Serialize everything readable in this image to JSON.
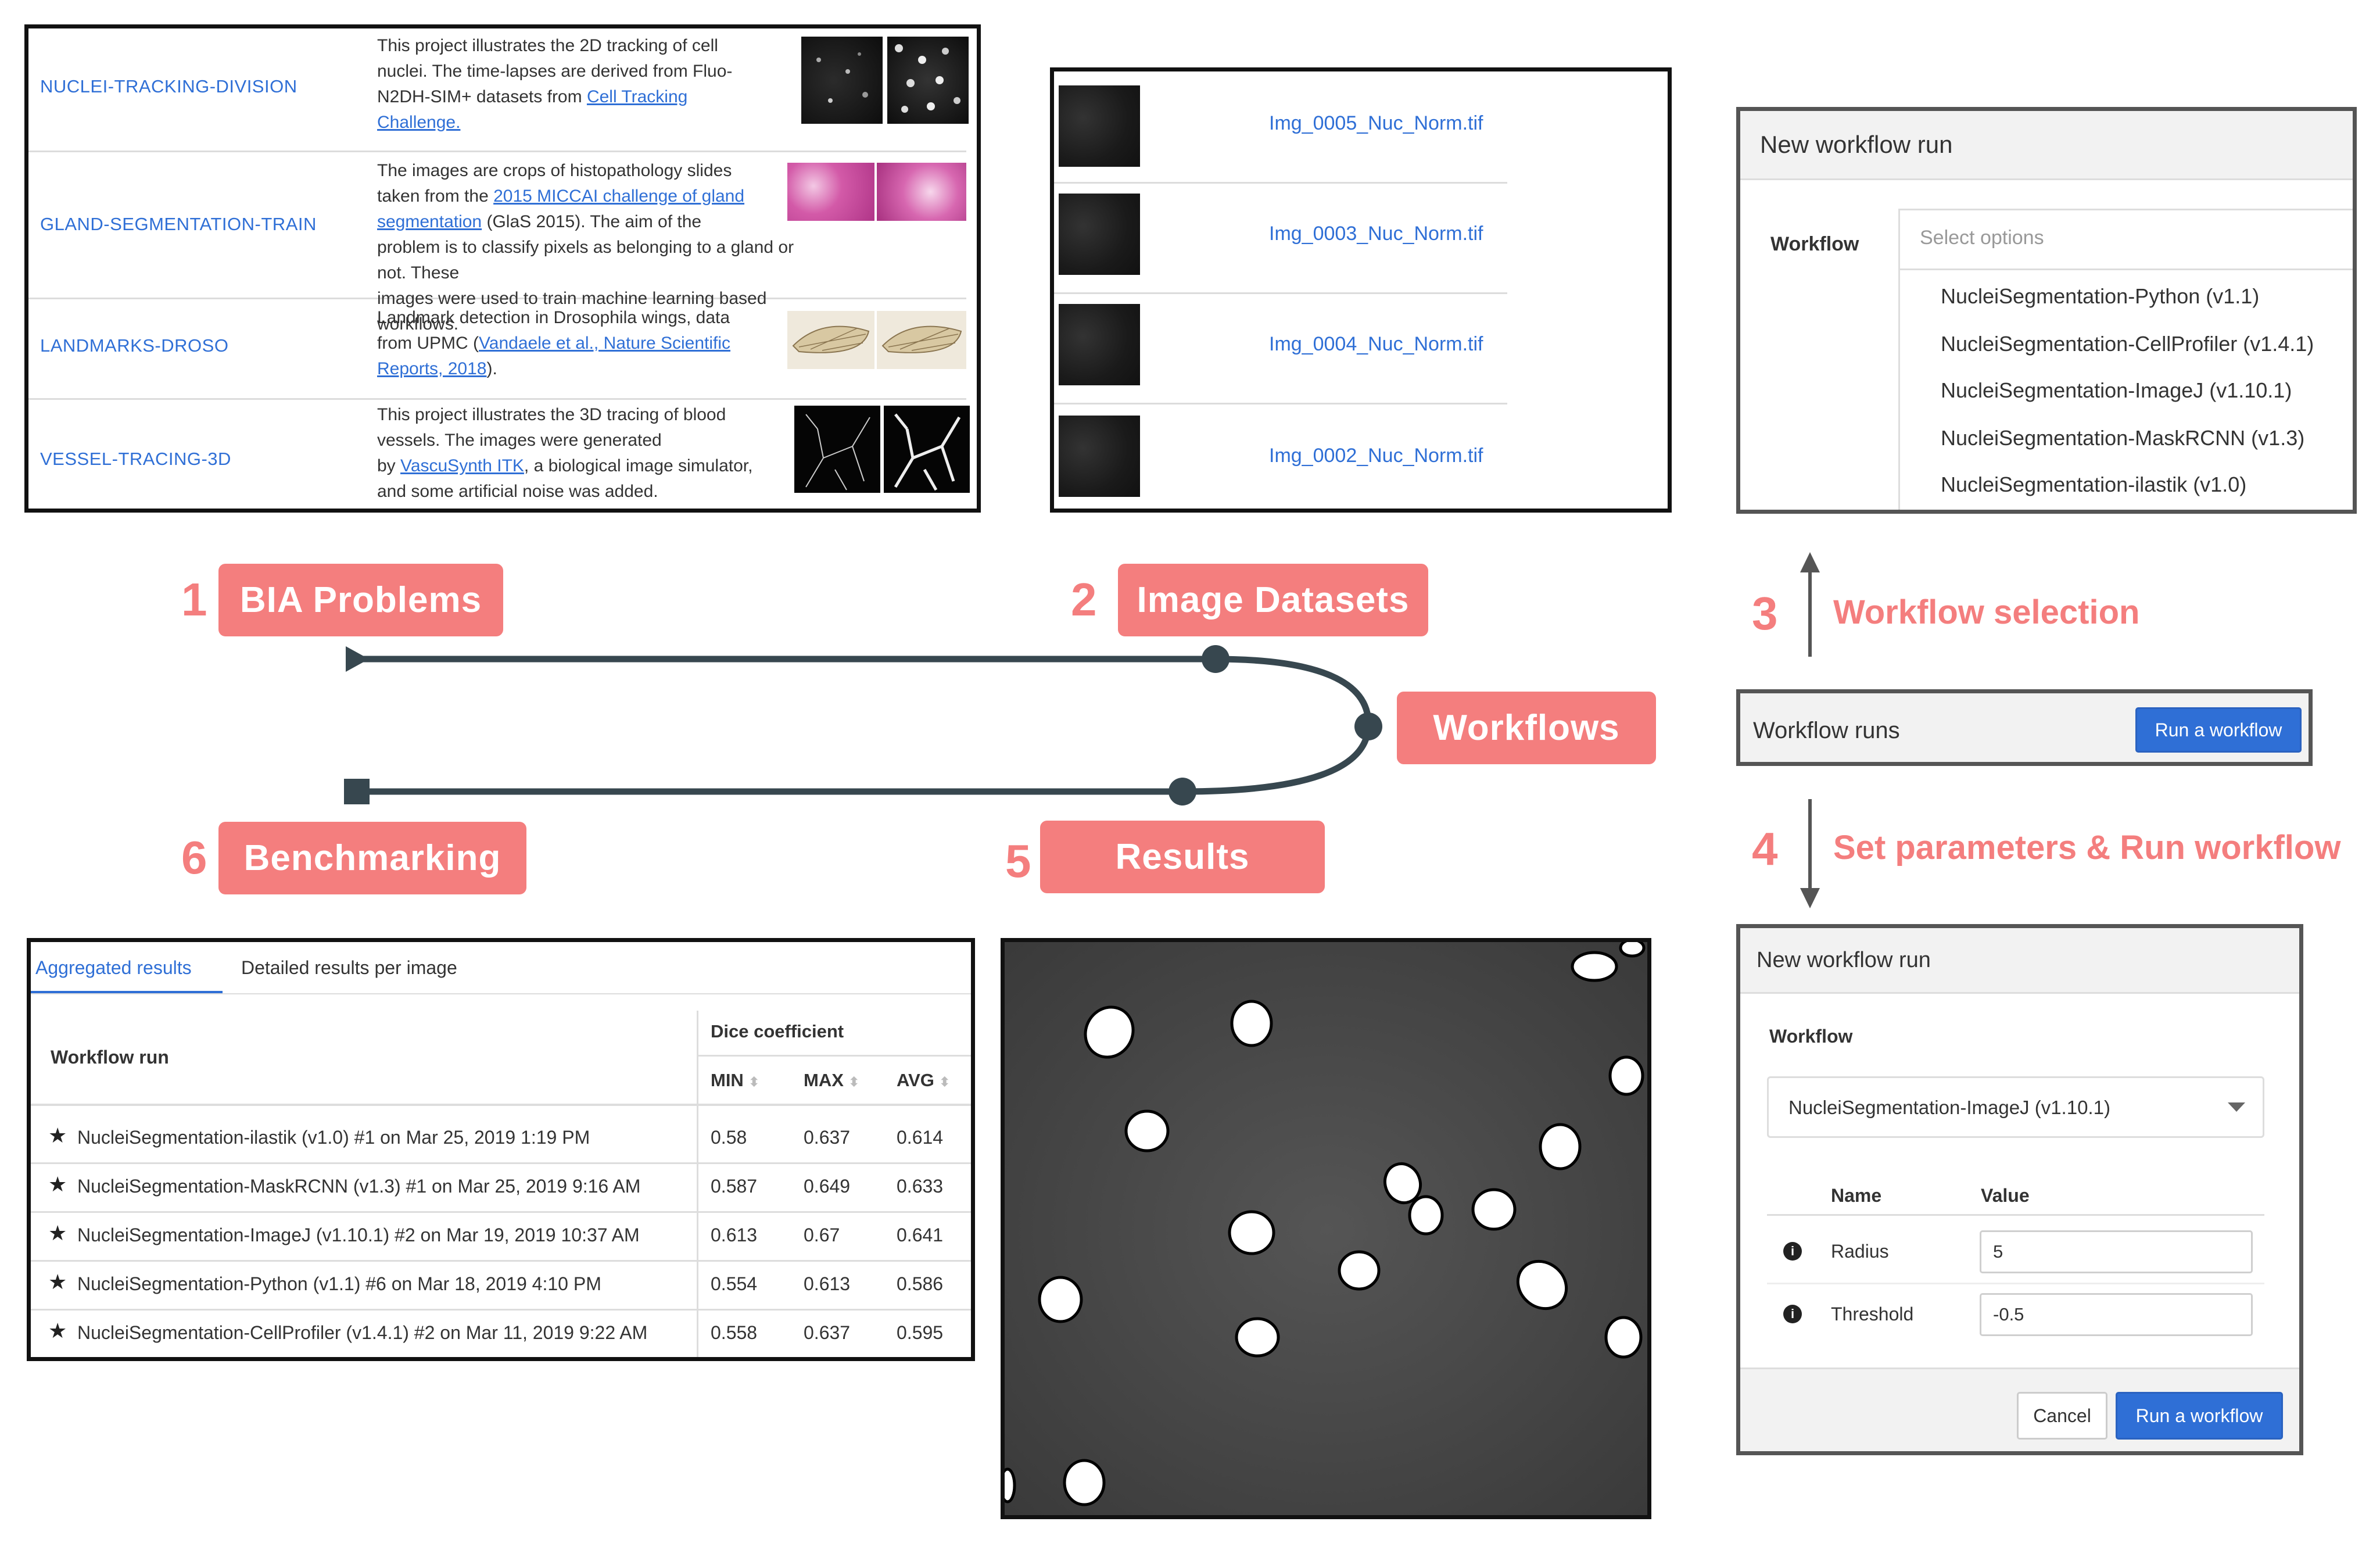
{
  "problems": [
    {
      "name": "NUCLEI-TRACKING-DIVISION",
      "desc_lines": [
        "This project illustrates the 2D tracking of cell",
        "nuclei. The time-lapses are derived from Fluo-",
        "N2DH-SIM+ datasets from ",
        "Challenge."
      ],
      "link1": "Cell Tracking"
    },
    {
      "name": "GLAND-SEGMENTATION-TRAIN",
      "desc_lines": [
        "The images are crops of histopathology slides",
        "taken from the ",
        "segmentation",
        " (GlaS 2015). The aim of the",
        "problem is to classify pixels as belonging to a gland or not. These",
        "images were used to train machine learning based workflows."
      ],
      "link1": "2015 MICCAI challenge of gland"
    },
    {
      "name": "LANDMARKS-DROSO",
      "desc_lines": [
        "Landmark detection in Drosophila wings, data",
        "from UPMC (",
        "Vandaele et al., Nature Scientific",
        "Reports, 2018",
        ")."
      ]
    },
    {
      "name": "VESSEL-TRACING-3D",
      "desc_lines": [
        "This project illustrates the 3D tracing of blood",
        "vessels. The images were generated",
        "by ",
        "VascuSynth ITK",
        ", a biological image simulator,",
        "and some artificial noise was added."
      ]
    }
  ],
  "images": [
    "Img_0005_Nuc_Norm.tif",
    "Img_0003_Nuc_Norm.tif",
    "Img_0004_Nuc_Norm.tif",
    "Img_0002_Nuc_Norm.tif"
  ],
  "steps": {
    "s1": {
      "num": "1",
      "label": "BIA Problems"
    },
    "s2": {
      "num": "2",
      "label": "Image Datasets"
    },
    "s3": {
      "num": "3",
      "label": "Workflow selection"
    },
    "s4": {
      "num": "4",
      "label": "Set parameters & Run workflow"
    },
    "s5": {
      "num": "5",
      "label": "Results"
    },
    "s6": {
      "num": "6",
      "label": "Benchmarking"
    },
    "center": "Workflows"
  },
  "new_run_top": {
    "title": "New workflow run",
    "workflow_label": "Workflow",
    "placeholder": "Select options",
    "options": [
      "NucleiSegmentation-Python (v1.1)",
      "NucleiSegmentation-CellProfiler (v1.4.1)",
      "NucleiSegmentation-ImageJ (v1.10.1)",
      "NucleiSegmentation-MaskRCNN (v1.3)",
      "NucleiSegmentation-ilastik (v1.0)"
    ]
  },
  "workflow_runs": {
    "title": "Workflow runs",
    "button": "Run a workflow"
  },
  "new_run_bottom": {
    "title": "New workflow run",
    "workflow_label": "Workflow",
    "selected": "NucleiSegmentation-ImageJ (v1.10.1)",
    "col_name": "Name",
    "col_value": "Value",
    "params": [
      {
        "name": "Radius",
        "value": "5"
      },
      {
        "name": "Threshold",
        "value": "-0.5"
      }
    ],
    "cancel": "Cancel",
    "run": "Run a workflow"
  },
  "results": {
    "tab_aggregated": "Aggregated results",
    "tab_detailed": "Detailed results per image",
    "col_run": "Workflow run",
    "col_dice": "Dice coefficient",
    "col_min": "MIN",
    "col_max": "MAX",
    "col_avg": "AVG",
    "rows": [
      {
        "run": "NucleiSegmentation-ilastik (v1.0) #1 on Mar 25, 2019 1:19 PM",
        "min": "0.58",
        "max": "0.637",
        "avg": "0.614"
      },
      {
        "run": "NucleiSegmentation-MaskRCNN (v1.3) #1 on Mar 25, 2019 9:16 AM",
        "min": "0.587",
        "max": "0.649",
        "avg": "0.633"
      },
      {
        "run": "NucleiSegmentation-ImageJ (v1.10.1) #2 on Mar 19, 2019 10:37 AM",
        "min": "0.613",
        "max": "0.67",
        "avg": "0.641"
      },
      {
        "run": "NucleiSegmentation-Python (v1.1) #6 on Mar 18, 2019 4:10 PM",
        "min": "0.554",
        "max": "0.613",
        "avg": "0.586"
      },
      {
        "run": "NucleiSegmentation-CellProfiler (v1.4.1) #2 on Mar 11, 2019 9:22 AM",
        "min": "0.558",
        "max": "0.637",
        "avg": "0.595"
      }
    ]
  },
  "colors": {
    "accent": "#f47e7e",
    "link": "#2f6fd6",
    "line": "#37474f"
  }
}
